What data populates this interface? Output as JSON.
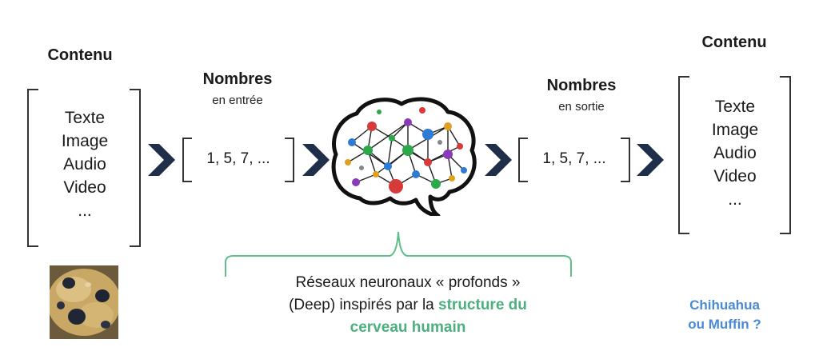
{
  "left": {
    "title": "Contenu",
    "items": [
      "Texte",
      "Image",
      "Audio",
      "Video",
      "..."
    ]
  },
  "input": {
    "title": "Nombres",
    "subtitle": "en entrée",
    "value": "1, 5, 7, ..."
  },
  "output": {
    "title": "Nombres",
    "subtitle": "en sortie",
    "value": "1, 5, 7, ..."
  },
  "right": {
    "title": "Contenu",
    "items": [
      "Texte",
      "Image",
      "Audio",
      "Video",
      "..."
    ]
  },
  "caption": {
    "line1": "Réseaux neuronaux « profonds »",
    "line2_plain": "(Deep) inspirés par la ",
    "line2_highlight": "structure du",
    "line3_highlight": "cerveau humain"
  },
  "question": {
    "line1": "Chihuahua",
    "line2": "ou Muffin ?"
  },
  "colors": {
    "arrow": "#1f2f4a",
    "green": "#4bb07e",
    "blue": "#4a8ad6"
  },
  "icons": {
    "brain": "brain-network-icon",
    "arrow": "chevron-right-icon",
    "photo": "muffin-photo"
  }
}
